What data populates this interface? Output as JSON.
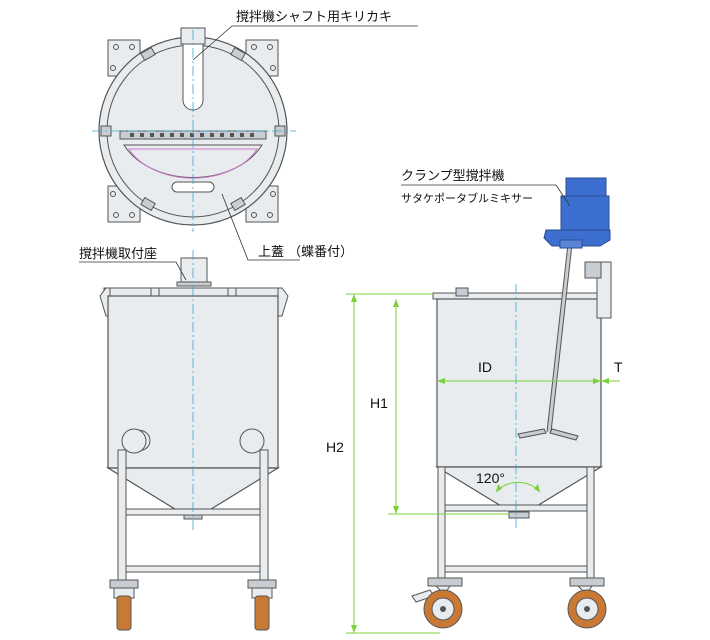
{
  "labels": {
    "shaft_notch": "撹拌機シャフト用キリカキ",
    "mount_seat": "撹拌機取付座",
    "lid": "上蓋 （蝶番付）",
    "mixer_name": "クランプ型撹拌機",
    "mixer_sub": "サタケポータブルミキサー"
  },
  "dimensions": {
    "id": "ID",
    "t": "T",
    "h1": "H1",
    "h2": "H2",
    "angle": "120°"
  },
  "colors": {
    "line": "#555555",
    "fill": "#e8ecee",
    "fill_dark": "#c7cdd2",
    "center_line": "#3aa6d6",
    "dimension": "#7cd13a",
    "motor": "#3c6fd0",
    "caster": "#c87a35",
    "gasket": "#cc77cc"
  }
}
